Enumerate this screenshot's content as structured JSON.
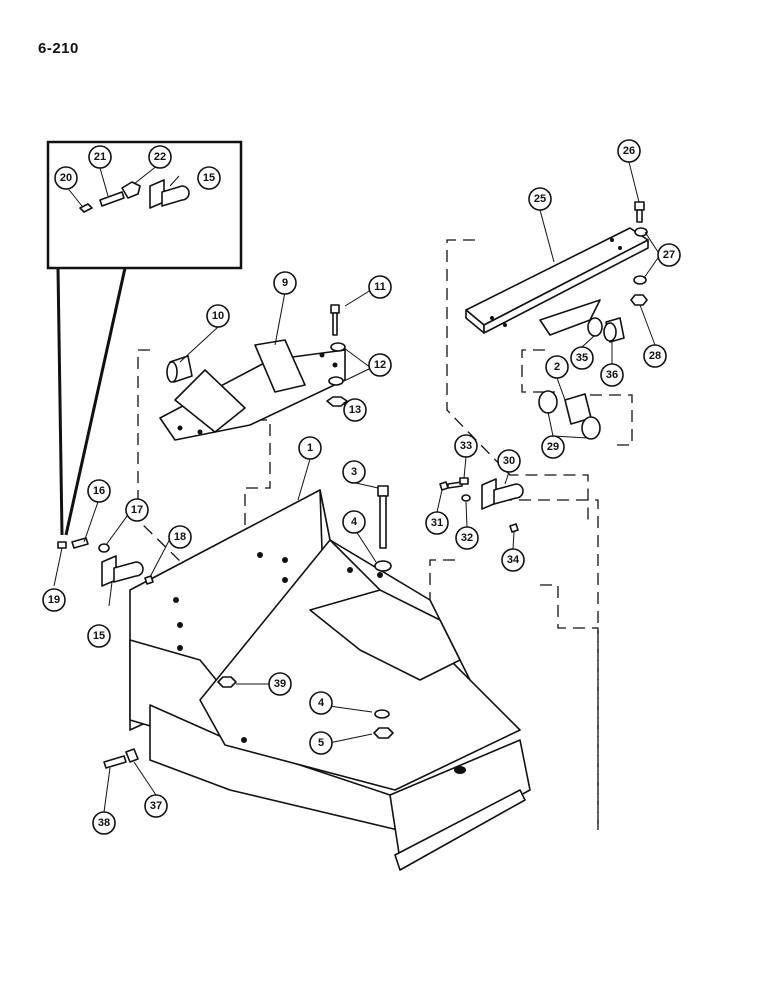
{
  "page": {
    "number": "6-210"
  },
  "callouts": [
    "1",
    "2",
    "3",
    "4",
    "4",
    "5",
    "9",
    "10",
    "11",
    "12",
    "13",
    "15",
    "15",
    "16",
    "17",
    "18",
    "19",
    "20",
    "21",
    "22",
    "25",
    "26",
    "27",
    "28",
    "29",
    "30",
    "31",
    "32",
    "33",
    "34",
    "35",
    "36",
    "37",
    "38",
    "39"
  ]
}
